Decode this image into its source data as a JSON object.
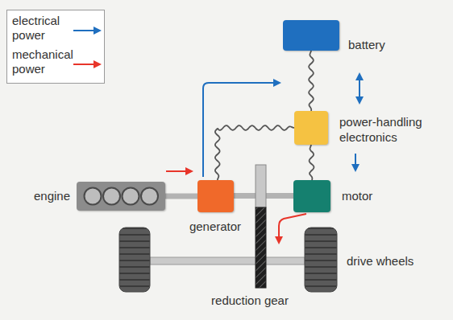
{
  "diagram": {
    "nodes": [
      {
        "text": [
          "battery"
        ]
      },
      {
        "text": [
          "power-handling electronics"
        ]
      },
      {
        "text": [
          "engine"
        ]
      },
      {
        "text": [
          "generator"
        ]
      },
      {
        "text": [
          "motor"
        ]
      }
    ],
    "edges": [
      {
        "from": 2,
        "to": 3,
        "arrow": "none"
      },
      {
        "from": 3,
        "to": 1,
        "arrow": "none"
      },
      {
        "from": 0,
        "to": 1,
        "arrow": "none"
      },
      {
        "from": 1,
        "to": 4,
        "arrow": "none"
      }
    ],
    "labels": [
      "reduction gear",
      "drive wheels"
    ],
    "legend": [
      {
        "text": "electrical power"
      },
      {
        "text": "mechanical power"
      }
    ]
  }
}
